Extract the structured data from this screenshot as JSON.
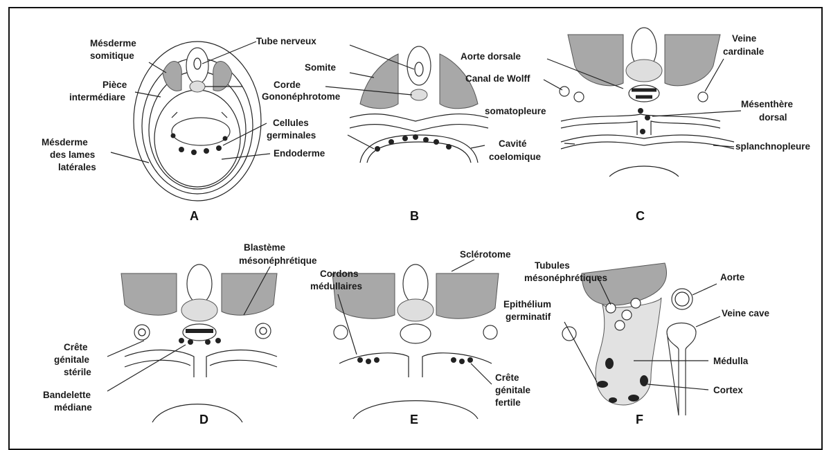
{
  "panels": {
    "A": {
      "letter": "A",
      "labels": {
        "mesoderme_somitique": [
          "Mésderme",
          "somitique"
        ],
        "piece_intermediaire": [
          "Pièce",
          "intermédiare"
        ],
        "lames_laterales": [
          "Mésderme",
          "des lames",
          "latérales"
        ],
        "tube_nerveux": "Tube nerveux",
        "corde": "Corde",
        "cellules_germinales": [
          "Cellules",
          "germinales"
        ],
        "endoderme": "Endoderme"
      }
    },
    "B": {
      "letter": "B",
      "labels": {
        "somite": "Somite",
        "gononephrotome": "Gononéphrotome",
        "cavite_coelomique": [
          "Cavité",
          "coelomique"
        ]
      }
    },
    "C": {
      "letter": "C",
      "labels": {
        "aorte_dorsale": "Aorte dorsale",
        "canal_wolff": "Canal de Wolff",
        "somatopleure": "somatopleure",
        "veine_cardinale": [
          "Veine",
          "cardinale"
        ],
        "mesenthere_dorsal": [
          "Mésenthère",
          "dorsal"
        ],
        "splanchnopleure": "splanchnopleure"
      }
    },
    "D": {
      "letter": "D",
      "labels": {
        "blasteme": [
          "Blastème",
          "mésonéphrétique"
        ],
        "crete_sterile": [
          "Crête",
          "génitale",
          "stérile"
        ],
        "bandelette": [
          "Bandelette",
          "médiane"
        ]
      }
    },
    "E": {
      "letter": "E",
      "labels": {
        "sclerotome": "Sclérotome",
        "cordons": [
          "Cordons",
          "médullaires"
        ],
        "crete_fertile": [
          "Crête",
          "génitale",
          "fertile"
        ]
      }
    },
    "F": {
      "letter": "F",
      "labels": {
        "tubules": [
          "Tubules",
          "mésonéphrétiques"
        ],
        "epithelium": [
          "Epithélium",
          "germinatif"
        ],
        "aorte": "Aorte",
        "veine_cave": "Veine cave",
        "medulla": "Médulla",
        "cortex": "Cortex"
      }
    }
  },
  "colors": {
    "tissue": "#a8a8a8",
    "light": "#dedede",
    "ink": "#222222"
  }
}
